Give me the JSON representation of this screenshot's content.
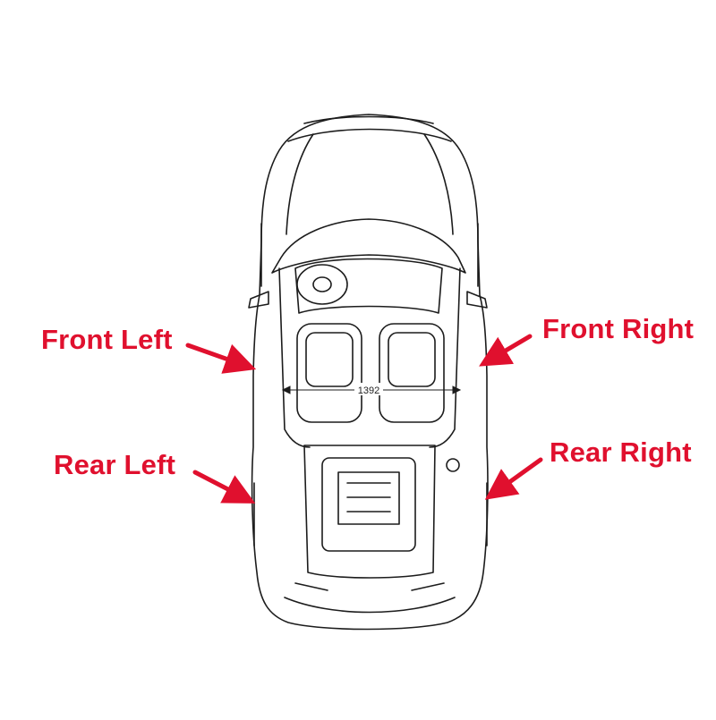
{
  "colors": {
    "label": "#e0102e",
    "arrow": "#e0102e",
    "line": "#1c1c1c"
  },
  "labels": {
    "front_left": "Front Left",
    "front_right": "Front Right",
    "rear_left": "Rear Left",
    "rear_right": "Rear Right"
  },
  "dimension": {
    "cabin_width": "1392"
  }
}
